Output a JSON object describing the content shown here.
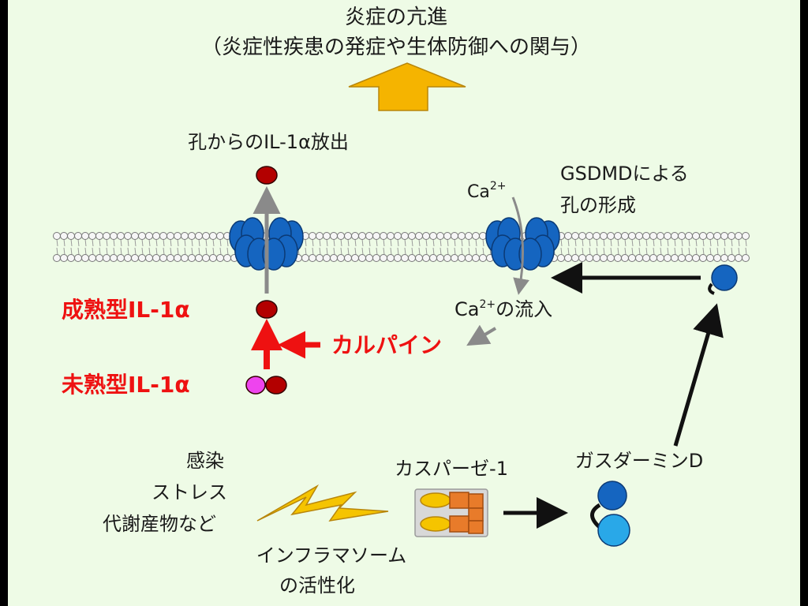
{
  "title": "炎症の亢進",
  "subtitle": "（炎症性疾患の発症や生体防御への関与）",
  "release_label": "孔からのIL-1α放出",
  "gsdmd_pore_label_line1": "GSDMDによる",
  "gsdmd_pore_label_line2": "孔の形成",
  "calcium_label": "Ca",
  "calcium_charge": "2+",
  "calcium_influx_label": "の流入",
  "mature_il1a_label": "成熟型IL-1α",
  "immature_il1a_label": "未熟型IL-1α",
  "calpain_label": "カルパイン",
  "trigger_line1": "感染",
  "trigger_line2": "ストレス",
  "trigger_line3": "代謝産物など",
  "caspase_label": "カスパーゼ-1",
  "gasdermin_label": "ガスダーミンD",
  "inflammasome_line1": "インフラマソーム",
  "inflammasome_line2": "の活性化",
  "colors": {
    "background": "#eefbe6",
    "red_text": "#ee1111",
    "pore_blue": "#1565c0",
    "light_blue": "#29a8e8",
    "il1a_red": "#b30000",
    "propiece_magenta": "#ee44ee",
    "arrow_orange": "#f5b400",
    "caspase_yellow": "#f5c400",
    "caspase_orange": "#e87b2a"
  }
}
